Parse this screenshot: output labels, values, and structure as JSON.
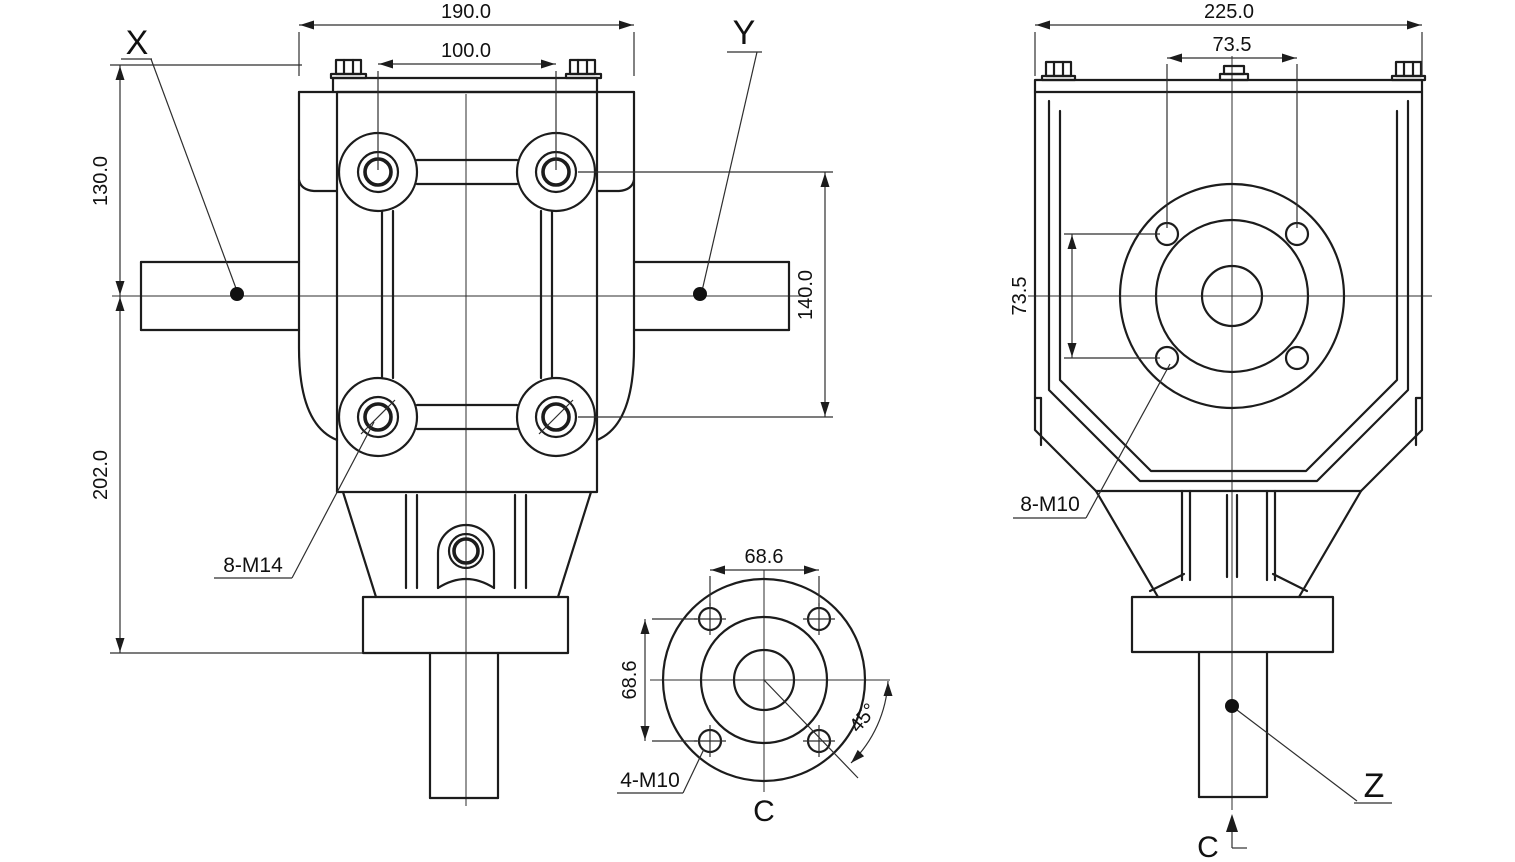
{
  "front_view": {
    "dim_overall_width": "190.0",
    "dim_hole_spacing_horizontal": "100.0",
    "dim_top_to_shaft_axis": "130.0",
    "dim_shaft_axis_to_base": "202.0",
    "dim_hole_spacing_vertical": "140.0",
    "label_shaft_x": "X",
    "label_shaft_y": "Y",
    "callout_mounting_holes": "8-M14"
  },
  "side_view": {
    "dim_overall_width": "225.0",
    "dim_hole_spacing_horizontal": "73.5",
    "dim_hole_spacing_vertical": "73.5",
    "callout_flange_holes": "8-M10",
    "label_shaft_z": "Z",
    "label_section_mark": "C"
  },
  "section_view": {
    "dim_hole_spacing_horizontal": "68.6",
    "dim_hole_spacing_vertical": "68.6",
    "callout_flange_holes": "4-M10",
    "dim_hole_angle": "45°",
    "label_view": "C"
  },
  "colors": {
    "line": "#1c1c1c",
    "dim_line": "#2e2e2e",
    "background": "#ffffff"
  }
}
